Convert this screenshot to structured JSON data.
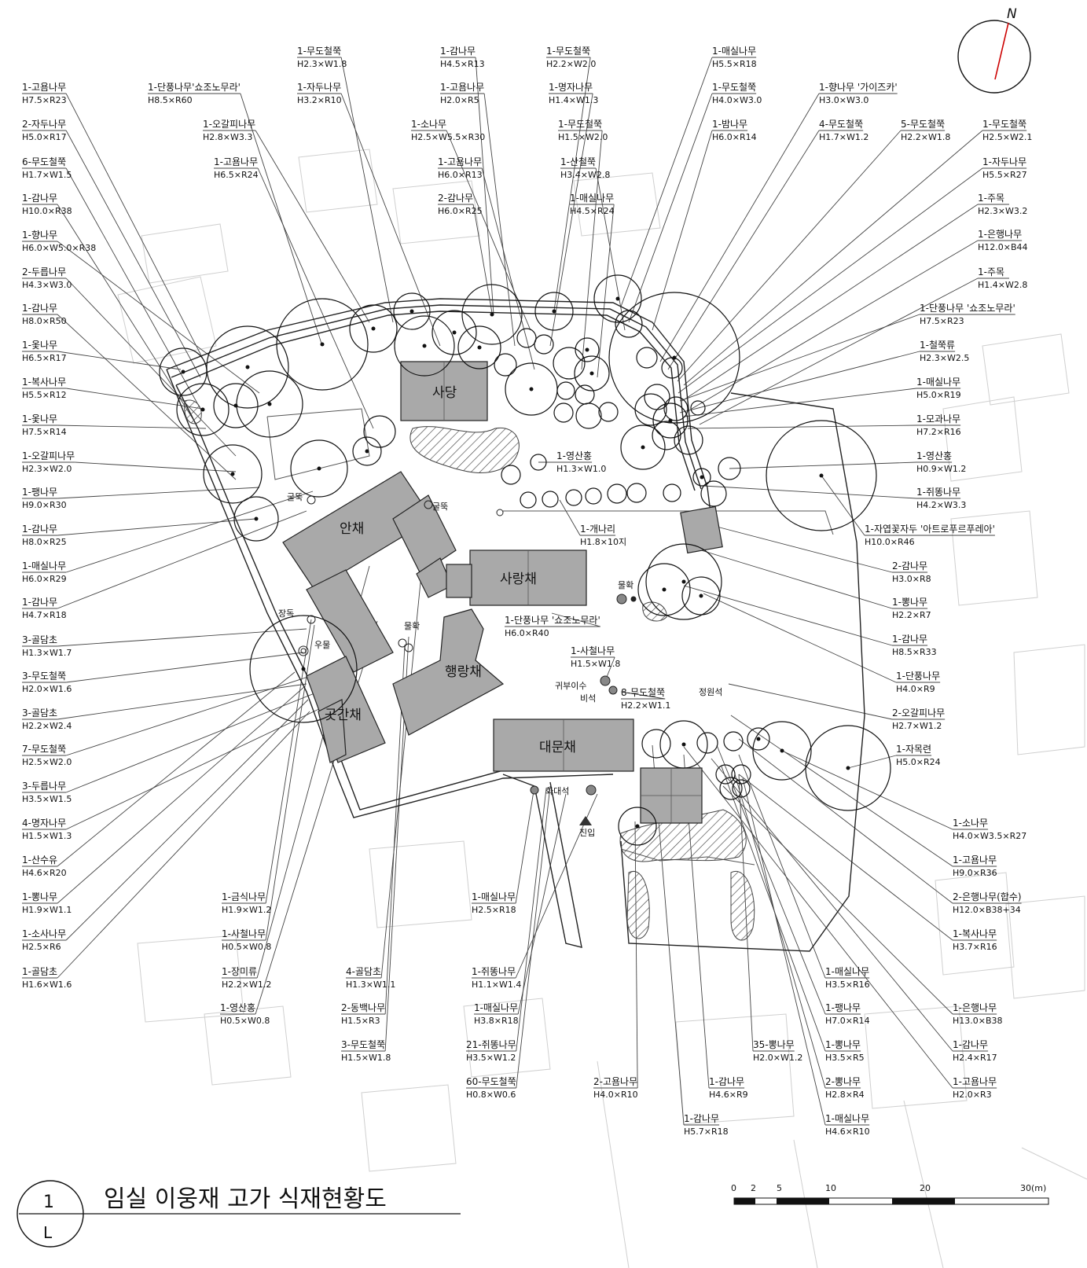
{
  "title": {
    "number": "1",
    "letter": "L",
    "text": "임실 이웅재 고가 식재현황도"
  },
  "north": "N",
  "scale_bar": {
    "ticks": [
      "0",
      "2",
      "5",
      "10",
      "20",
      "30(m)"
    ]
  },
  "buildings": [
    {
      "id": "sadang",
      "name": "사당"
    },
    {
      "id": "anchae",
      "name": "안채"
    },
    {
      "id": "sarangchae",
      "name": "사랑채"
    },
    {
      "id": "haengrangchae",
      "name": "행랑채"
    },
    {
      "id": "gotganchae",
      "name": "곳간채"
    },
    {
      "id": "daemunchae",
      "name": "대문채"
    }
  ],
  "features": {
    "gulttuk1": "굴뚝",
    "gulttuk2": "굴뚝",
    "mulhak1": "물확",
    "mulhak2": "물확",
    "jangdok": "장독",
    "umul": "우물",
    "gwibu": "귀부이수",
    "biseok": "비석",
    "jeongwon": "정원석",
    "hwadaeseok": "화대석",
    "entrance": "진입"
  },
  "plant_labels": [
    {
      "code": "1-고욤나무",
      "spec": "H7.5×R23"
    },
    {
      "code": "2-자두나무",
      "spec": "H5.0×R17"
    },
    {
      "code": "6-무도철쭉",
      "spec": "H1.7×W1.5"
    },
    {
      "code": "1-감나무",
      "spec": "H10.0×R38"
    },
    {
      "code": "1-향나무",
      "spec": "H6.0×W5.0×R38"
    },
    {
      "code": "2-두릅나무",
      "spec": "H4.3×W3.0"
    },
    {
      "code": "1-감나무",
      "spec": "H8.0×R50"
    },
    {
      "code": "1-옻나무",
      "spec": "H6.5×R17"
    },
    {
      "code": "1-복사나무",
      "spec": "H5.5×R12"
    },
    {
      "code": "1-옻나무",
      "spec": "H7.5×R14"
    },
    {
      "code": "1-오갈피나무",
      "spec": "H2.3×W2.0"
    },
    {
      "code": "1-팽나무",
      "spec": "H9.0×R30"
    },
    {
      "code": "1-감나무",
      "spec": "H8.0×R25"
    },
    {
      "code": "1-매실나무",
      "spec": "H6.0×R29"
    },
    {
      "code": "1-감나무",
      "spec": "H4.7×R18"
    },
    {
      "code": "3-골담초",
      "spec": "H1.3×W1.7"
    },
    {
      "code": "3-무도철쭉",
      "spec": "H2.0×W1.6"
    },
    {
      "code": "3-골담초",
      "spec": "H2.2×W2.4"
    },
    {
      "code": "7-무도철쭉",
      "spec": "H2.5×W2.0"
    },
    {
      "code": "3-두릅나무",
      "spec": "H3.5×W1.5"
    },
    {
      "code": "4-명자나무",
      "spec": "H1.5×W1.3"
    },
    {
      "code": "1-산수유",
      "spec": "H4.6×R20"
    },
    {
      "code": "1-뽕나무",
      "spec": "H1.9×W1.1"
    },
    {
      "code": "1-소사나무",
      "spec": "H2.5×R6"
    },
    {
      "code": "1-골담초",
      "spec": "H1.6×W1.6"
    },
    {
      "code": "1-단풍나무'쇼조노무라'",
      "spec": "H8.5×R60"
    },
    {
      "code": "1-오갈피나무",
      "spec": "H2.8×W3.3"
    },
    {
      "code": "1-고욤나무",
      "spec": "H6.5×R24"
    },
    {
      "code": "1-무도철쭉",
      "spec": "H2.3×W1.8"
    },
    {
      "code": "1-자두나무",
      "spec": "H3.2×R10"
    },
    {
      "code": "1-감나무",
      "spec": "H4.5×R13"
    },
    {
      "code": "1-고욤나무",
      "spec": "H2.0×R5"
    },
    {
      "code": "1-소나무",
      "spec": "H2.5×W5.5×R30"
    },
    {
      "code": "1-고욤나무",
      "spec": "H6.0×R13"
    },
    {
      "code": "2-감나무",
      "spec": "H6.0×R25"
    },
    {
      "code": "1-무도철쭉",
      "spec": "H2.2×W2.0"
    },
    {
      "code": "1-명자나무",
      "spec": "H1.4×W1.3"
    },
    {
      "code": "1-무도철쭉",
      "spec": "H1.5×W2.0"
    },
    {
      "code": "1-산철쭉",
      "spec": "H3.4×W2.8"
    },
    {
      "code": "1-매실나무",
      "spec": "H4.5×R24"
    },
    {
      "code": "1-매실나무",
      "spec": "H5.5×R18"
    },
    {
      "code": "1-무도철쭉",
      "spec": "H4.0×W3.0"
    },
    {
      "code": "1-밤나무",
      "spec": "H6.0×R14"
    },
    {
      "code": "1-향나무 '가이즈카'",
      "spec": "H3.0×W3.0"
    },
    {
      "code": "4-무도철쭉",
      "spec": "H1.7×W1.2"
    },
    {
      "code": "5-무도철쭉",
      "spec": "H2.2×W1.8"
    },
    {
      "code": "1-무도철쭉",
      "spec": "H2.5×W2.1"
    },
    {
      "code": "1-자두나무",
      "spec": "H5.5×R27"
    },
    {
      "code": "1-주목",
      "spec": "H2.3×W3.2"
    },
    {
      "code": "1-은행나무",
      "spec": "H12.0×B44"
    },
    {
      "code": "1-주목",
      "spec": "H1.4×W2.8"
    },
    {
      "code": "1-단풍나무 '쇼조노무라'",
      "spec": "H7.5×R23"
    },
    {
      "code": "1-철쭉류",
      "spec": "H2.3×W2.5"
    },
    {
      "code": "1-매실나무",
      "spec": "H5.0×R19"
    },
    {
      "code": "1-모과나무",
      "spec": "H7.2×R16"
    },
    {
      "code": "1-영산홍",
      "spec": "H0.9×W1.2"
    },
    {
      "code": "1-쥐똥나무",
      "spec": "H4.2×W3.3"
    },
    {
      "code": "1-자엽꽃자두 '아트로푸르푸레아'",
      "spec": "H10.0×R46"
    },
    {
      "code": "2-감나무",
      "spec": "H3.0×R8"
    },
    {
      "code": "1-뽕나무",
      "spec": "H2.2×R7"
    },
    {
      "code": "1-감나무",
      "spec": "H8.5×R33"
    },
    {
      "code": "1-단풍나무",
      "spec": "H4.0×R9"
    },
    {
      "code": "2-오갈피나무",
      "spec": "H2.7×W1.2"
    },
    {
      "code": "1-자목련",
      "spec": "H5.0×R24"
    },
    {
      "code": "1-소나무",
      "spec": "H4.0×W3.5×R27"
    },
    {
      "code": "1-고욤나무",
      "spec": "H9.0×R36"
    },
    {
      "code": "2-은행나무(합수)",
      "spec": "H12.0×B38+34"
    },
    {
      "code": "1-복사나무",
      "spec": "H3.7×R16"
    },
    {
      "code": "1-은행나무",
      "spec": "H13.0×B38"
    },
    {
      "code": "1-감나무",
      "spec": "H2.4×R17"
    },
    {
      "code": "1-고욤나무",
      "spec": "H2.0×R3"
    },
    {
      "code": "1-매실나무",
      "spec": "H3.5×R16"
    },
    {
      "code": "1-팽나무",
      "spec": "H7.0×R14"
    },
    {
      "code": "1-뽕나무",
      "spec": "H3.5×R5"
    },
    {
      "code": "2-뽕나무",
      "spec": "H2.8×R4"
    },
    {
      "code": "1-매실나무",
      "spec": "H4.6×R10"
    },
    {
      "code": "35-뽕나무",
      "spec": "H2.0×W1.2"
    },
    {
      "code": "1-감나무",
      "spec": "H4.6×R9"
    },
    {
      "code": "1-감나무",
      "spec": "H5.7×R18"
    },
    {
      "code": "2-고욤나무",
      "spec": "H4.0×R10"
    },
    {
      "code": "60-무도철쭉",
      "spec": "H0.8×W0.6"
    },
    {
      "code": "21-쥐똥나무",
      "spec": "H3.5×W1.2"
    },
    {
      "code": "1-매실나무",
      "spec": "H3.8×R18"
    },
    {
      "code": "1-쥐똥나무",
      "spec": "H1.1×W1.4"
    },
    {
      "code": "1-매실나무",
      "spec": "H2.5×R18"
    },
    {
      "code": "3-무도철쭉",
      "spec": "H1.5×W1.8"
    },
    {
      "code": "2-동백나무",
      "spec": "H1.5×R3"
    },
    {
      "code": "4-골담초",
      "spec": "H1.3×W1.1"
    },
    {
      "code": "1-영산홍",
      "spec": "H0.5×W0.8"
    },
    {
      "code": "1-장미류",
      "spec": "H2.2×W1.2"
    },
    {
      "code": "1-사철나무",
      "spec": "H0.5×W0.8"
    },
    {
      "code": "1-금식나무",
      "spec": "H1.9×W1.2"
    },
    {
      "code": "1-영산홍",
      "spec": "H1.3×W1.0"
    },
    {
      "code": "1-개나리",
      "spec": "H1.8×10지"
    },
    {
      "code": "1-단풍나무 '쇼조노무라'",
      "spec": "H6.0×R40"
    },
    {
      "code": "1-사철나무",
      "spec": "H1.5×W1.8"
    },
    {
      "code": "8-무도철쭉",
      "spec": "H2.2×W1.1"
    }
  ]
}
